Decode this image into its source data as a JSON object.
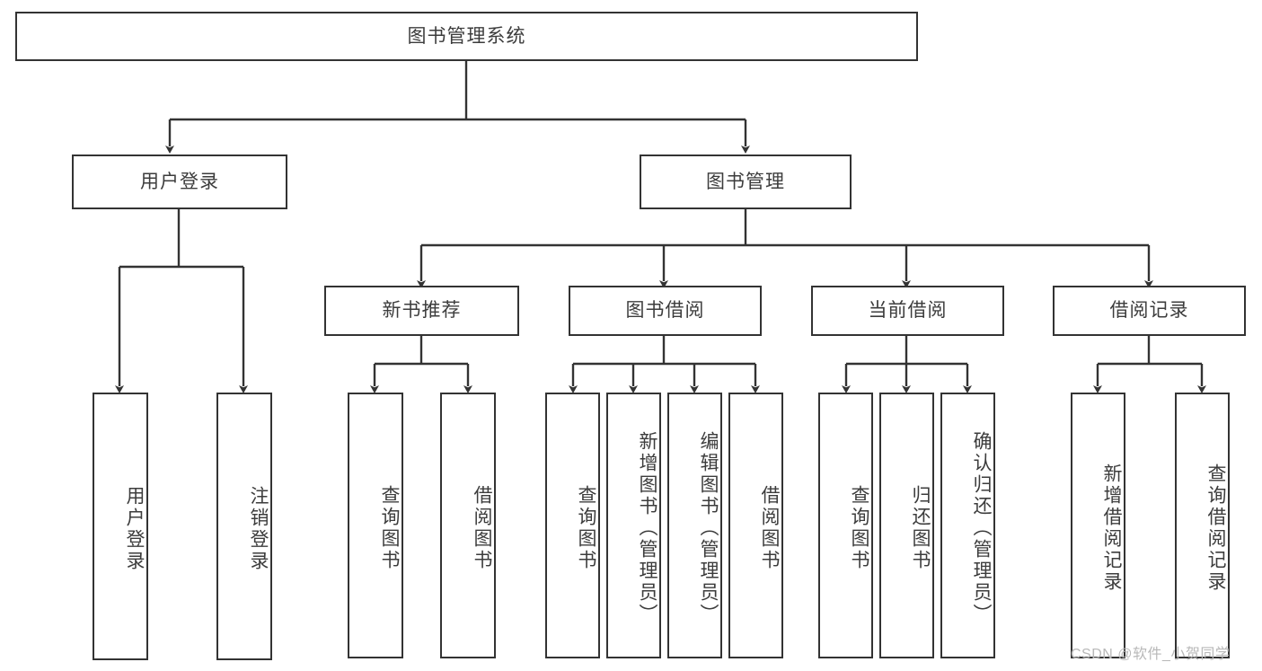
{
  "diagram": {
    "type": "tree-hierarchy",
    "title": "图书管理系统",
    "background_color": "#ffffff",
    "box_border_color": "#333333",
    "text_color": "#3c3c3c",
    "connector_color": "#333333"
  },
  "nodes": {
    "root": {
      "label": "图书管理系统"
    },
    "level2": [
      {
        "label": "用户登录"
      },
      {
        "label": "图书管理"
      }
    ],
    "level3": [
      {
        "label": "新书推荐"
      },
      {
        "label": "图书借阅"
      },
      {
        "label": "当前借阅"
      },
      {
        "label": "借阅记录"
      }
    ],
    "leaves": {
      "user_login": [
        {
          "label": "用户登录"
        },
        {
          "label": "注销登录"
        }
      ],
      "new_book": [
        {
          "label": "查询图书"
        },
        {
          "label": "借阅图书"
        }
      ],
      "book_borrow": [
        {
          "label": "查询图书"
        },
        {
          "label": "新增图书（管理员）"
        },
        {
          "label": "编辑图书（管理员）"
        },
        {
          "label": "借阅图书"
        }
      ],
      "current_borrow": [
        {
          "label": "查询图书"
        },
        {
          "label": "归还图书"
        },
        {
          "label": "确认归还（管理员）"
        }
      ],
      "borrow_record": [
        {
          "label": "新增借阅记录"
        },
        {
          "label": "查询借阅记录"
        }
      ]
    }
  },
  "watermark": {
    "text": "CSDN @软件_小贺同学"
  }
}
